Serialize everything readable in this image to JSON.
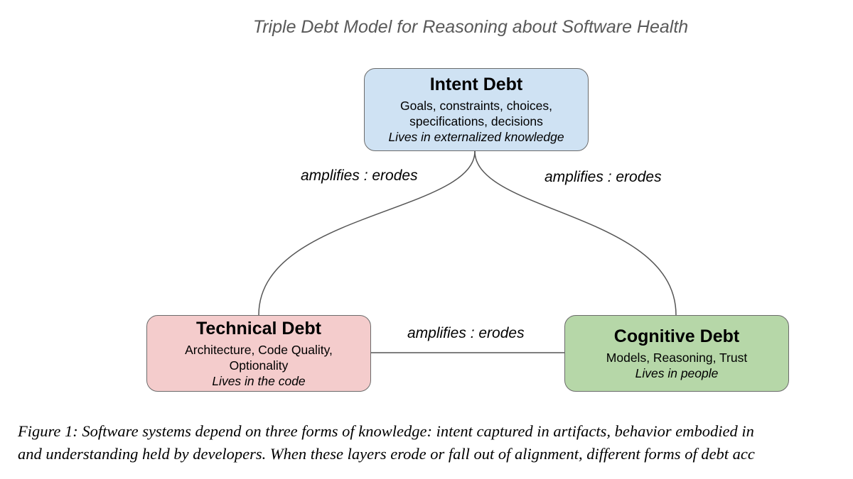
{
  "title": "Triple Debt Model for Reasoning about Software Health",
  "nodes": {
    "intent": {
      "heading": "Intent Debt",
      "desc1": "Goals, constraints, choices,",
      "desc2": "specifications, decisions",
      "lives": "Lives in externalized knowledge",
      "color": "#cfe2f3"
    },
    "technical": {
      "heading": "Technical Debt",
      "desc1": "Architecture, Code Quality,",
      "desc2": "Optionality",
      "lives": "Lives in the code",
      "color": "#f4cccc"
    },
    "cognitive": {
      "heading": "Cognitive Debt",
      "desc1": "Models, Reasoning, Trust",
      "lives": "Lives in people",
      "color": "#b6d7a8"
    }
  },
  "edges": {
    "intent_technical": "amplifies : erodes",
    "intent_cognitive": "amplifies : erodes",
    "technical_cognitive": "amplifies : erodes"
  },
  "caption": {
    "line1": "Figure 1: Software systems depend on three forms of knowledge: intent captured in artifacts, behavior embodied in",
    "line2": "and understanding held by developers. When these layers erode or fall out of alignment, different forms of debt acc"
  }
}
